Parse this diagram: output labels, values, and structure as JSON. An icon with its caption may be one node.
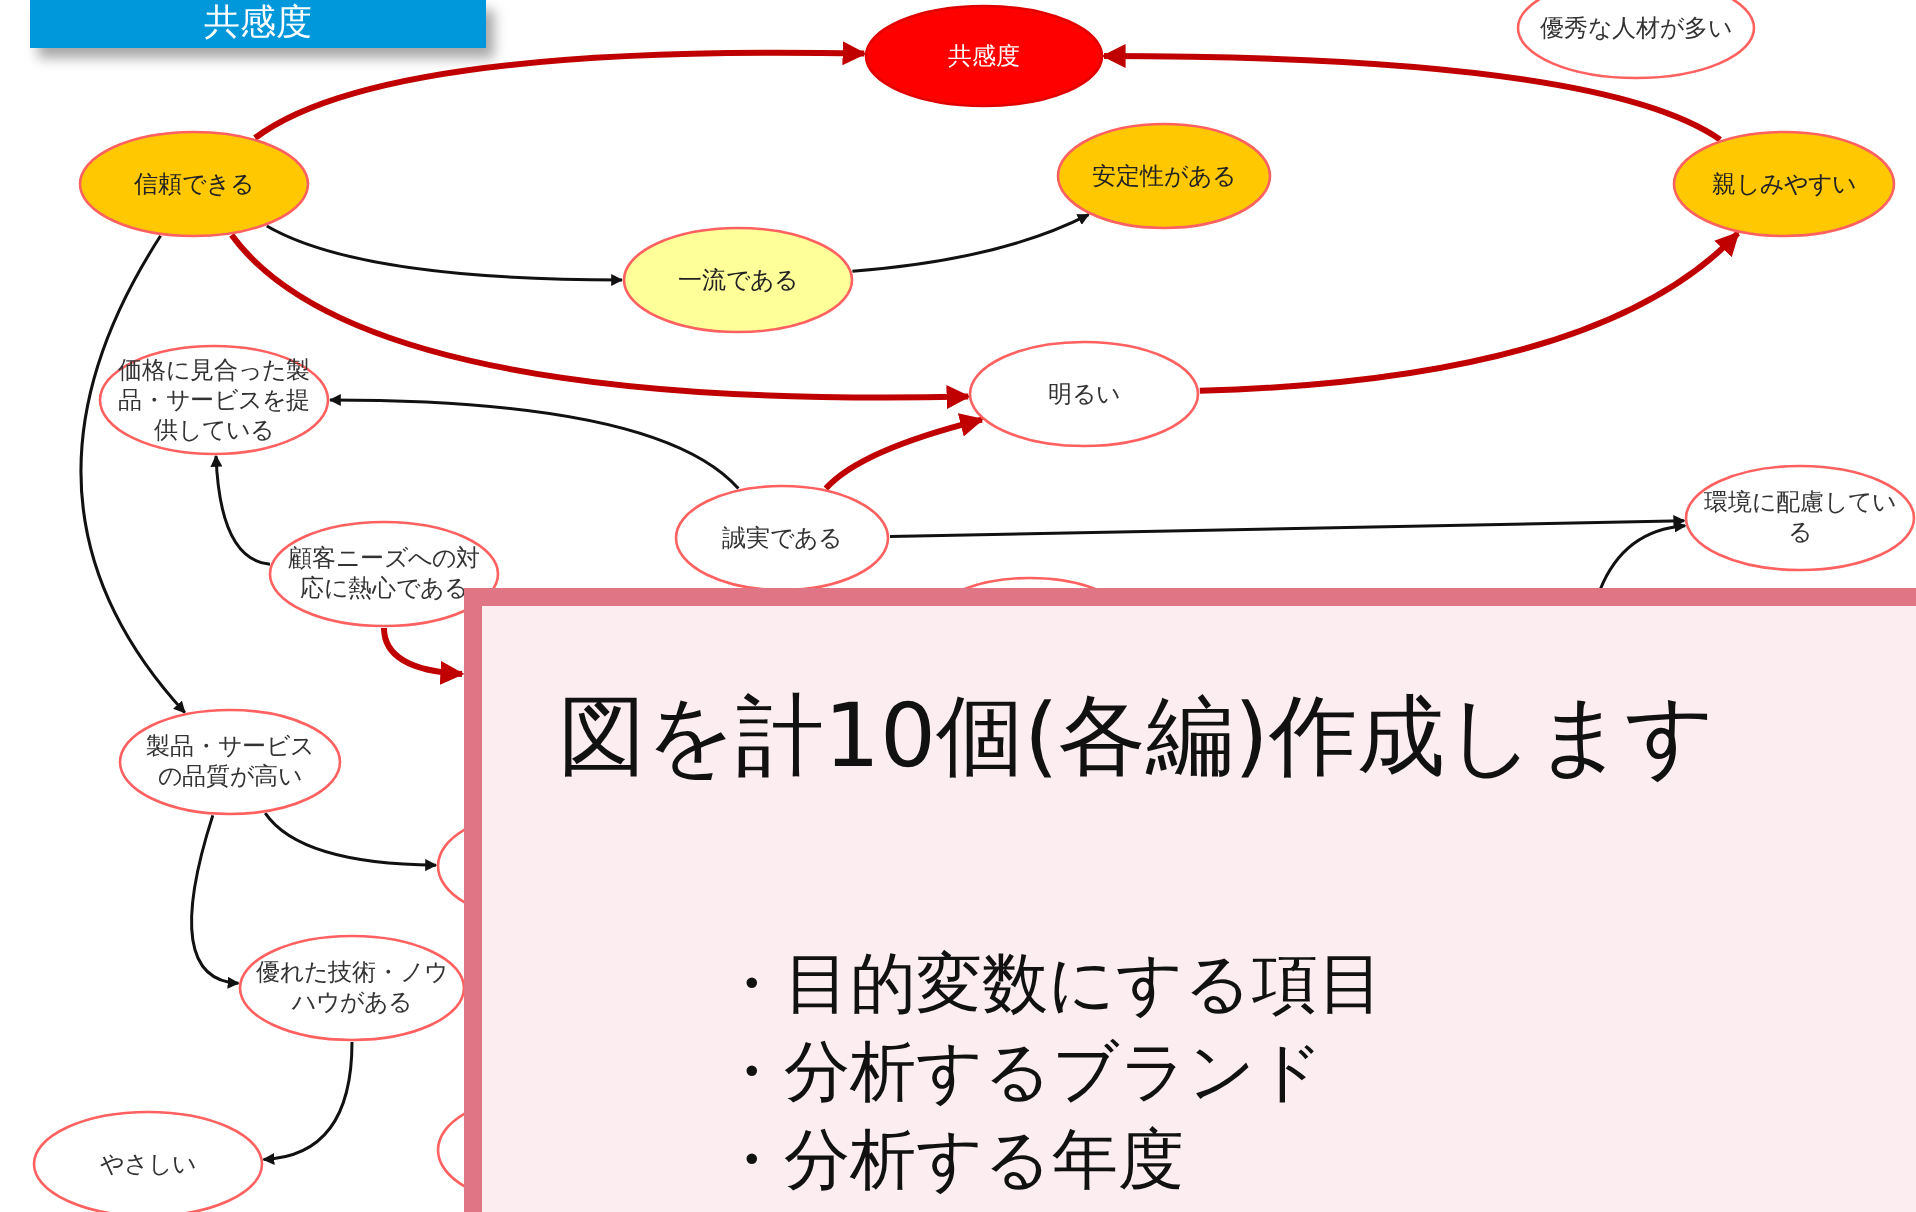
{
  "diagram": {
    "title": "共感度",
    "nodes": [
      {
        "text": [
          "共感度"
        ]
      },
      {
        "text": [
          "優秀な人材が多い"
        ]
      },
      {
        "text": [
          "信頼できる"
        ]
      },
      {
        "text": [
          "安定性がある"
        ]
      },
      {
        "text": [
          "親しみやすい"
        ]
      },
      {
        "text": [
          "一流である"
        ]
      },
      {
        "text": [
          "価格に見合った製品・サービスを提供している"
        ]
      },
      {
        "text": [
          "明るい"
        ]
      },
      {
        "text": [
          "誠実である"
        ]
      },
      {
        "text": [
          "環境に配慮している"
        ]
      },
      {
        "text": [
          "顧客ニーズへの対応に熱心である"
        ]
      },
      {
        "text": [],
        "shape": "circle"
      },
      {
        "text": [
          "製品・サービスの品質が高い"
        ]
      },
      {
        "text": [],
        "shape": "circle"
      },
      {
        "text": [
          "優れた技術・ノウハウがある"
        ]
      },
      {
        "text": [],
        "shape": "circle"
      },
      {
        "text": [
          "やさしい"
        ]
      },
      {
        "text": [
          "図を計10個(各編)作成します",
          "・目的変数にする項目",
          "・分析するブランド",
          "・分析する年度"
        ]
      }
    ],
    "edges": [
      {
        "from": 2,
        "to": 0,
        "arrow": "to",
        "style": "thick",
        "color": "#c00000"
      },
      {
        "from": 4,
        "to": 0,
        "arrow": "to",
        "style": "thick",
        "color": "#c00000"
      },
      {
        "from": 2,
        "to": 5,
        "arrow": "to"
      },
      {
        "from": 5,
        "to": 3,
        "arrow": "to"
      },
      {
        "from": 2,
        "to": 7,
        "arrow": "to",
        "style": "thick",
        "color": "#c00000"
      },
      {
        "from": 7,
        "to": 4,
        "arrow": "to",
        "style": "thick",
        "color": "#c00000"
      },
      {
        "from": 8,
        "to": 7,
        "arrow": "to",
        "style": "thick",
        "color": "#c00000"
      },
      {
        "from": 8,
        "to": 6,
        "arrow": "to"
      },
      {
        "from": 8,
        "to": 9,
        "arrow": "to"
      },
      {
        "from": 17,
        "to": 9,
        "arrow": "to"
      },
      {
        "from": 10,
        "to": 6,
        "arrow": "to"
      },
      {
        "from": 10,
        "to": 17,
        "arrow": "to",
        "style": "thick",
        "color": "#c00000"
      },
      {
        "from": 2,
        "to": 12,
        "arrow": "to"
      },
      {
        "from": 12,
        "to": 13,
        "arrow": "to"
      },
      {
        "from": 12,
        "to": 14,
        "arrow": "to"
      },
      {
        "from": 14,
        "to": 16,
        "arrow": "to"
      }
    ]
  }
}
